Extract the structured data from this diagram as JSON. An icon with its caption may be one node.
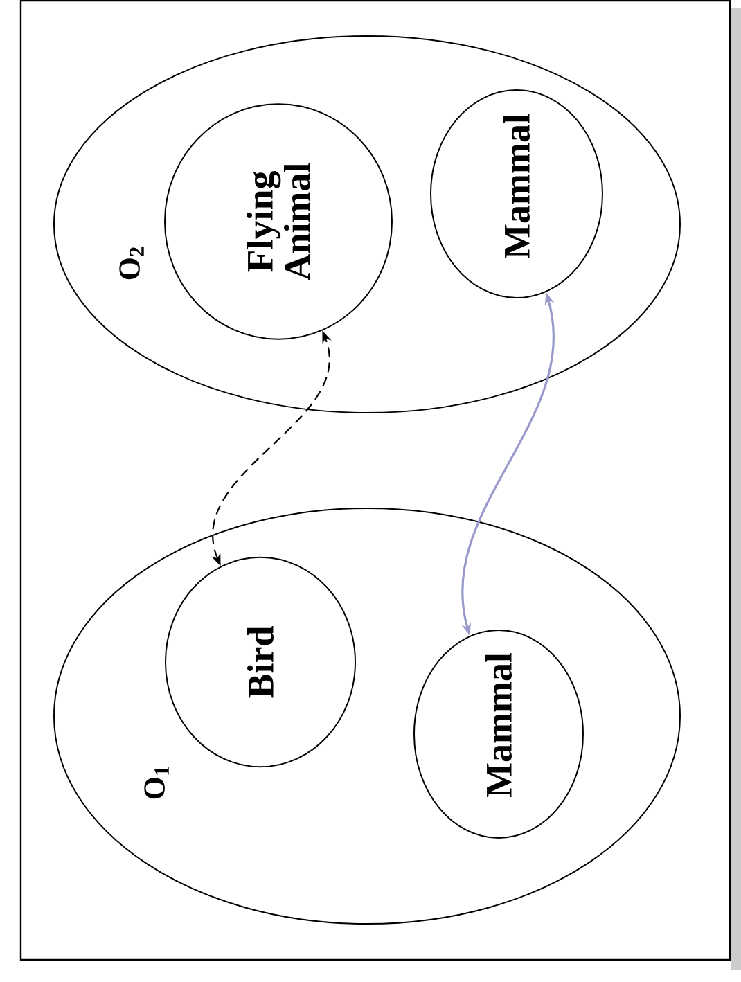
{
  "diagram": {
    "nodes": [
      {
        "text": [
          "O$_{1}$"
        ]
      },
      {
        "text": [
          "Bird"
        ],
        "in": 0
      },
      {
        "text": [
          "Mammal"
        ],
        "in": 0
      },
      {
        "text": [
          "O$_{2}$"
        ]
      },
      {
        "text": [
          "Flying Animal"
        ],
        "in": 3
      },
      {
        "text": [
          "Mammal"
        ],
        "in": 3
      }
    ],
    "edges": [
      {
        "from": 1,
        "to": 4,
        "arrow": "both",
        "style": "dashed"
      },
      {
        "from": 2,
        "to": 5,
        "arrow": "both",
        "color": "#9999cc"
      }
    ]
  }
}
